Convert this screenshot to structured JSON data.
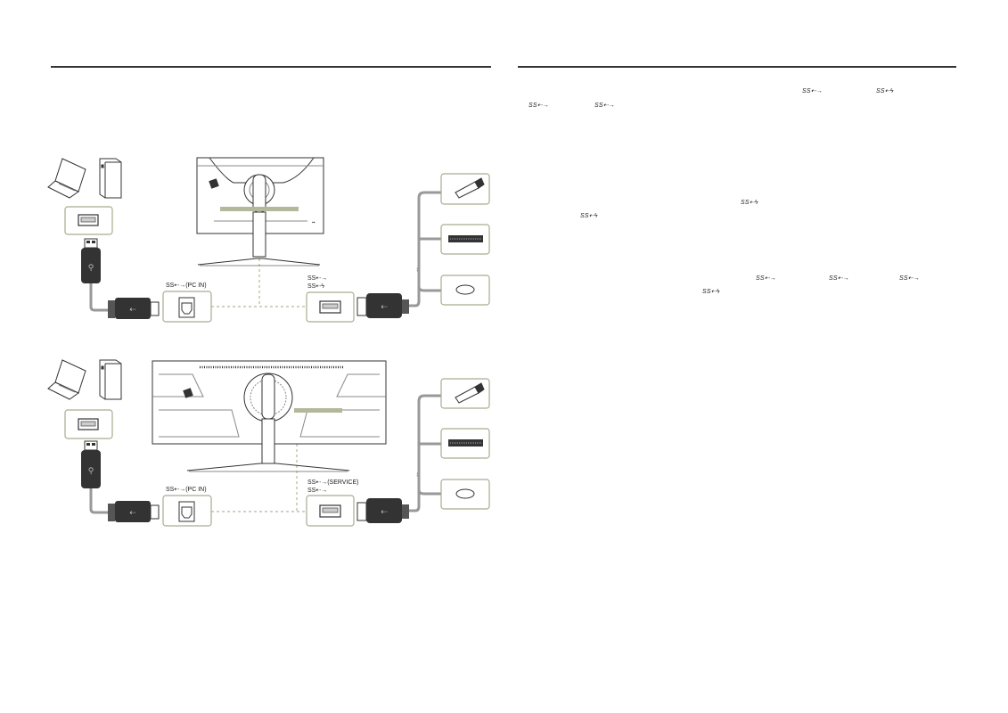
{
  "page": {
    "left_column": {
      "has_rule": true
    },
    "right_column": {
      "line1_icons": [
        "SS⇠→",
        "SS⇠ϟ"
      ],
      "line2_icons": [
        "SS⇠→",
        "SS⇠→"
      ],
      "line3_icons": [
        "SS⇠ϟ"
      ],
      "line4_icons": [
        "SS⇠ϟ"
      ],
      "line5_icons": [
        "SS⇠→",
        "SS⇠→",
        "SS⇠→"
      ],
      "line6_icons": [
        "SS⇠ϟ"
      ]
    }
  },
  "diagram1": {
    "pc_in_label": "SS⇠→(PC IN)",
    "port_label_1": "SS⇠→",
    "port_label_2": "SS⇠ϟ"
  },
  "diagram2": {
    "pc_in_label": "SS⇠→(PC IN)",
    "service_label": "SS⇠→(SERVICE)",
    "port_label": "SS⇠→"
  },
  "colors": {
    "accent": "#b4b89a",
    "box_border": "#a9ab90",
    "dash": "#b4b89a"
  }
}
